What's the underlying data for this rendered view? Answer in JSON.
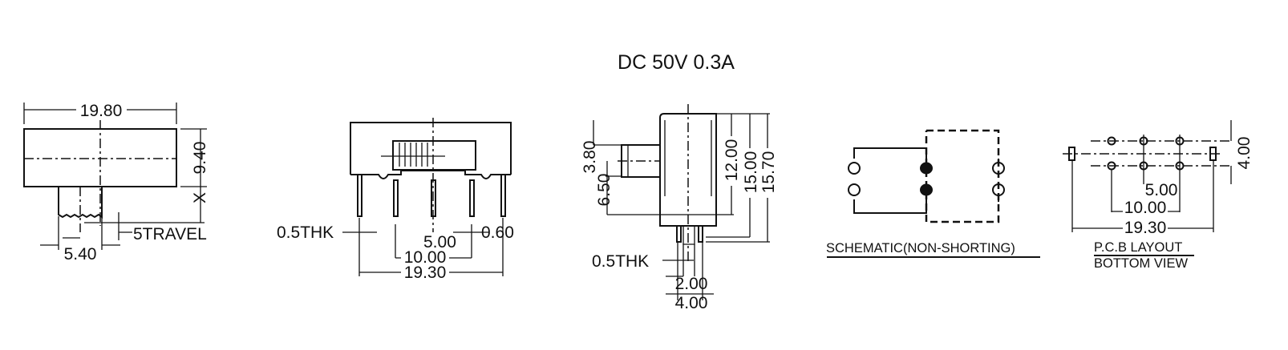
{
  "title": "DC  50V  0.3A",
  "side_view": {
    "width": "19.80",
    "height": "9.40",
    "x_mark": "X",
    "travel": "5TRAVEL",
    "actuator_width": "5.40"
  },
  "front_view": {
    "thickness": "0.5THK",
    "pitch": "5.00",
    "pin_width": "0.60",
    "span_inner": "10.00",
    "span_outer": "19.30"
  },
  "end_view": {
    "actuator_height": "3.80",
    "actuator_offset": "6.50",
    "body_height": "12.00",
    "pin_height": "15.00",
    "total_height": "15.70",
    "thickness": "0.5THK",
    "pin_gap": "2.00",
    "pin_span": "4.00"
  },
  "schematic": {
    "caption": "SCHEMATIC(NON-SHORTING)"
  },
  "pcb": {
    "row_spacing": "4.00",
    "pitch": "5.00",
    "span_inner": "10.00",
    "span_outer": "19.30",
    "caption_1": "P.C.B LAYOUT",
    "caption_2": "BOTTOM VIEW"
  }
}
